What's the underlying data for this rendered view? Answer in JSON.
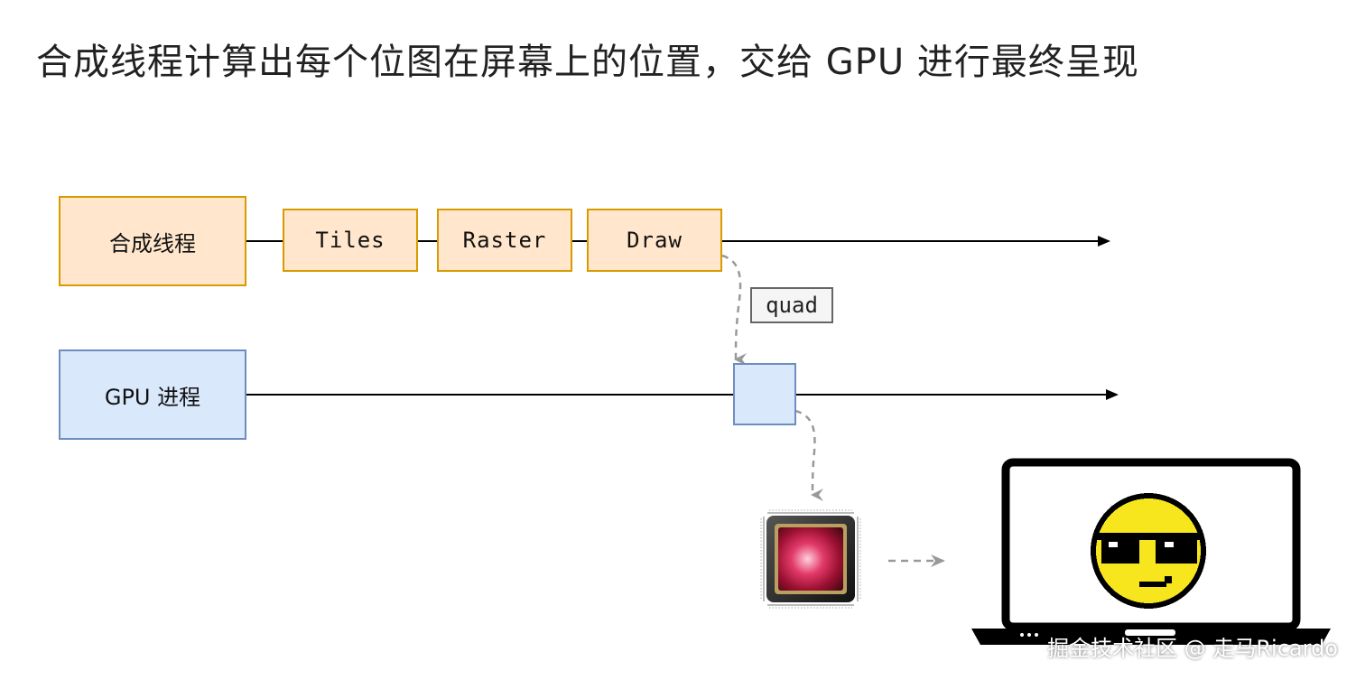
{
  "title": "合成线程计算出每个位图在屏幕上的位置，交给 GPU 进行最终呈现",
  "compositor_thread": {
    "label": "合成线程",
    "steps": [
      "Tiles",
      "Raster",
      "Draw"
    ]
  },
  "gpu_process": {
    "label": "GPU 进程"
  },
  "quad_label": "quad",
  "watermark": "掘金技术社区 @ 走马Ricardo",
  "icons": {
    "chip": "gpu-chip-icon",
    "laptop": "laptop-icon",
    "emoji": "cool-sunglasses-emoji-icon"
  },
  "colors": {
    "orange_fill": "#ffe6cc",
    "orange_stroke": "#d79b00",
    "blue_fill": "#dae8fc",
    "blue_stroke": "#6c8ebf",
    "dashed_arrow": "#999999",
    "emoji_yellow": "#f7e51e"
  }
}
